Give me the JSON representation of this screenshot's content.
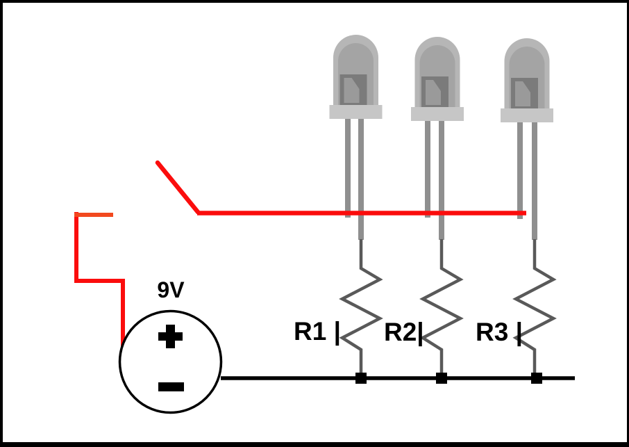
{
  "battery": {
    "voltage": "9V",
    "plus": "+",
    "minus": "−"
  },
  "resistors": [
    {
      "label": "R1 |"
    },
    {
      "label": "R2|"
    },
    {
      "label": "R3 |"
    }
  ],
  "colors": {
    "background": "#ffffff",
    "frame_border": "#000000",
    "wire_positive": "#fb0d0d",
    "wire_positive_stub": "#f2491f",
    "wire_negative": "#000000",
    "junction_dot": "#000000",
    "resistor_wire": "#595959",
    "battery_outline": "#000000",
    "battery_fill": "#ffffff",
    "battery_symbol": "#000000",
    "label_text": "#000000",
    "led_dome_outer": "#b6b6b6",
    "led_dome_inner": "#a4a4a4",
    "led_internal_dark": "#7b7b7b",
    "led_internal_mid": "#9a9a9a",
    "led_flange": "#c6c6c6",
    "led_leg": "#8f8f8f"
  }
}
